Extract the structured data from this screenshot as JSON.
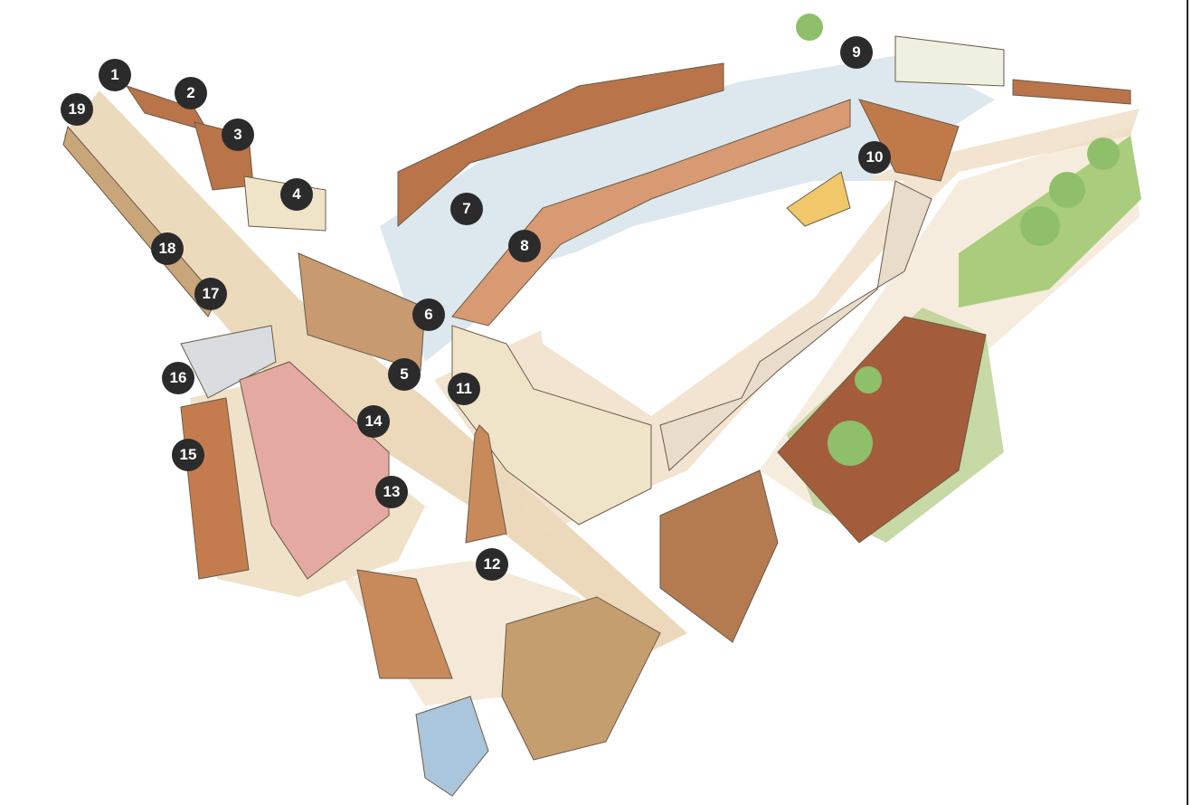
{
  "map": {
    "colors": {
      "road": "#e9d3b0",
      "square": "#d3e2ea",
      "brick": "#b9744a",
      "stone": "#efe4c8",
      "roof": "#9fbfd3",
      "park": "#a9cd7c",
      "marker": "#2b2b2b"
    },
    "markers": [
      {
        "label": "1"
      },
      {
        "label": "2"
      },
      {
        "label": "3"
      },
      {
        "label": "4"
      },
      {
        "label": "5"
      },
      {
        "label": "6"
      },
      {
        "label": "7"
      },
      {
        "label": "8"
      },
      {
        "label": "9"
      },
      {
        "label": "10"
      },
      {
        "label": "11"
      },
      {
        "label": "12"
      },
      {
        "label": "13"
      },
      {
        "label": "14"
      },
      {
        "label": "15"
      },
      {
        "label": "16"
      },
      {
        "label": "17"
      },
      {
        "label": "18"
      },
      {
        "label": "19"
      }
    ]
  }
}
